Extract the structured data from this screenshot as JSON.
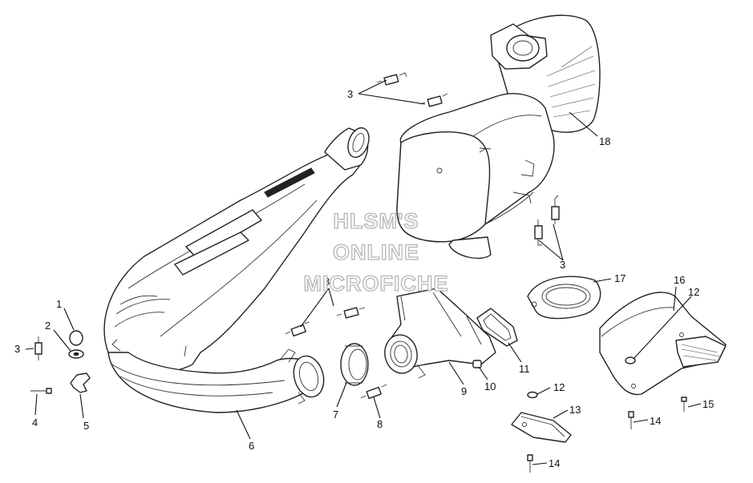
{
  "watermark": {
    "lines": [
      "HLSM'S",
      "ONLINE",
      "MICROFICHE"
    ],
    "outline_color": "#b5b5b5"
  },
  "callouts": [
    {
      "id": "c1",
      "label": "1"
    },
    {
      "id": "c2",
      "label": "2"
    },
    {
      "id": "c3a",
      "label": "3"
    },
    {
      "id": "c3b",
      "label": "3"
    },
    {
      "id": "c3c",
      "label": "3"
    },
    {
      "id": "c4",
      "label": "4"
    },
    {
      "id": "c5",
      "label": "5"
    },
    {
      "id": "c6",
      "label": "6"
    },
    {
      "id": "c7",
      "label": "7"
    },
    {
      "id": "c8a",
      "label": "8"
    },
    {
      "id": "c8b",
      "label": "8"
    },
    {
      "id": "c9",
      "label": "9"
    },
    {
      "id": "c10",
      "label": "10"
    },
    {
      "id": "c11",
      "label": "11"
    },
    {
      "id": "c12a",
      "label": "12"
    },
    {
      "id": "c12b",
      "label": "12"
    },
    {
      "id": "c13",
      "label": "13"
    },
    {
      "id": "c14a",
      "label": "14"
    },
    {
      "id": "c14b",
      "label": "14"
    },
    {
      "id": "c15",
      "label": "15"
    },
    {
      "id": "c16",
      "label": "16"
    },
    {
      "id": "c17",
      "label": "17"
    },
    {
      "id": "c18",
      "label": "18"
    }
  ]
}
